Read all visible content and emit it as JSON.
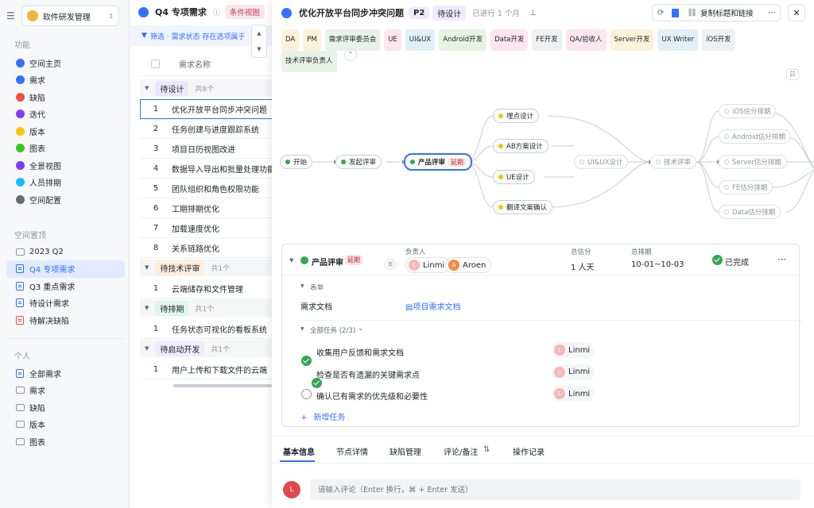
{
  "sidebar": {
    "workspace": "软件研发管理",
    "section_func": "功能",
    "func_items": [
      {
        "label": "空间主页",
        "color": "#3370ff"
      },
      {
        "label": "需求",
        "color": "#3370ff"
      },
      {
        "label": "缺陷",
        "color": "#f54a45"
      },
      {
        "label": "迭代",
        "color": "#7f3bf5"
      },
      {
        "label": "版本",
        "color": "#ffc60a"
      },
      {
        "label": "图表",
        "color": "#34c724"
      },
      {
        "label": "全景视图",
        "color": "#7f3bf5"
      },
      {
        "label": "人员排期",
        "color": "#14c0ff"
      },
      {
        "label": "空间配置",
        "color": "#646a73"
      }
    ],
    "section_pinned": "空间置顶",
    "pinned_items": [
      "2023 Q2",
      "Q4 专项需求",
      "Q3 重点需求",
      "待设计需求",
      "待解决缺陷"
    ],
    "section_personal": "个人",
    "personal_items": [
      "全部需求",
      "需求",
      "缺陷",
      "版本",
      "图表"
    ]
  },
  "list": {
    "title": "Q4 专项需求",
    "view_tag": "条件视图",
    "filter_text": "筛选 · 需求状态 存在选项属于",
    "column_header": "需求名称",
    "groups": [
      {
        "name": "待设计",
        "count": "共8个",
        "rows": [
          "优化开放平台同步冲突问题",
          "任务创建与进度跟踪系统",
          "项目日历视图改进",
          "数据导入导出和批量处理功能",
          "团队组织和角色权限功能",
          "工期排期优化",
          "加载速度优化",
          "关系链路优化"
        ]
      },
      {
        "name": "待技术评审",
        "count": "共1个",
        "rows": [
          "云端储存和文件管理"
        ]
      },
      {
        "name": "待排期",
        "count": "共1个",
        "rows": [
          "任务状态可视化的看板系统"
        ]
      },
      {
        "name": "待启动开发",
        "count": "共1个",
        "rows": [
          "用户上传和下载文件的云端"
        ]
      }
    ]
  },
  "detail": {
    "title": "优化开放平台同步冲突问题",
    "priority": "P2",
    "status": "待设计",
    "elapsed": "已进行 1 个月",
    "copy_button": "复制标题和链接",
    "roles": [
      "DA",
      "PM",
      "需求评审委员会",
      "UE",
      "UI&UX",
      "Android开发",
      "Data开发",
      "FE开发",
      "QA/验收人",
      "Server开发",
      "UX Writer",
      "iOS开发",
      "技术评审负责人"
    ],
    "flow_nodes": {
      "start": "开始",
      "launch": "发起评审",
      "product": "产品评审",
      "delay": "延期",
      "track": "埋点设计",
      "ab": "AB方案设计",
      "ue": "UE设计",
      "translate": "翻译文案确认",
      "uiux": "UI&UX设计",
      "tech": "技术评审",
      "ios": "iOS估分排期",
      "android": "Android估分排期",
      "server": "Server估分排期",
      "fe": "FE估分排期",
      "data": "Data估分排期"
    },
    "node_card": {
      "name": "产品评审",
      "delay": "延期",
      "h_owner": "负责人",
      "h_estimate": "总估分",
      "h_schedule": "总排期",
      "owners": [
        "Linmi",
        "Aroen"
      ],
      "estimate": "1 人天",
      "schedule": "10-01~10-03",
      "state": "已完成",
      "form_label": "表单",
      "doc_label": "需求文档",
      "doc_link": "项目需求文档",
      "tasks_label": "全部任务 (2/3)",
      "tasks": [
        {
          "text": "收集用户反馈和需求文档",
          "done": true,
          "owner": "Linmi"
        },
        {
          "text": "检查是否有遗漏的关键需求点",
          "done": true,
          "owner": "Linmi"
        },
        {
          "text": "确认已有需求的优先级和必要性",
          "done": false,
          "owner": "Linmi"
        }
      ],
      "add_task": "新增任务"
    },
    "tabs": [
      "基本信息",
      "节点详情",
      "缺陷管理",
      "评论/备注",
      "操作记录"
    ],
    "comment_placeholder": "请输入评论（Enter 换行，⌘ + Enter 发送）",
    "avatar_letter": "L"
  }
}
